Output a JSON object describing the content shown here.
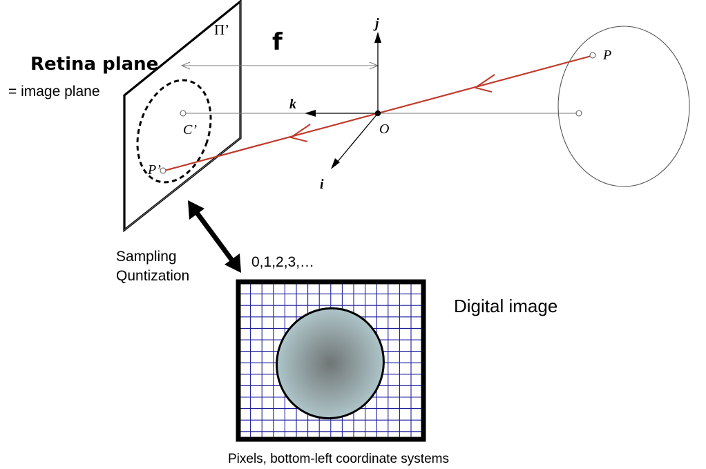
{
  "labels": {
    "retina_plane": "Retina plane",
    "image_plane": "= image plane",
    "pi_prime": "Π’",
    "focal_length": "f",
    "axis_j": "j",
    "axis_k": "k",
    "axis_i": "i",
    "origin": "O",
    "point_p": "P",
    "point_p_prime": "P’",
    "point_c_prime": "C’",
    "sampling": "Sampling",
    "quantization": "Quntization",
    "sequence": "0,1,2,3,…",
    "digital_image": "Digital image",
    "caption": "Pixels, bottom-left coordinate systems"
  },
  "colors": {
    "ray": "#c0392b",
    "grid": "#1c1c9c",
    "blob_fill": "#b4cdd2",
    "blob_center": "#707575",
    "line": "#000000",
    "thin_line": "#7a7a7a"
  }
}
